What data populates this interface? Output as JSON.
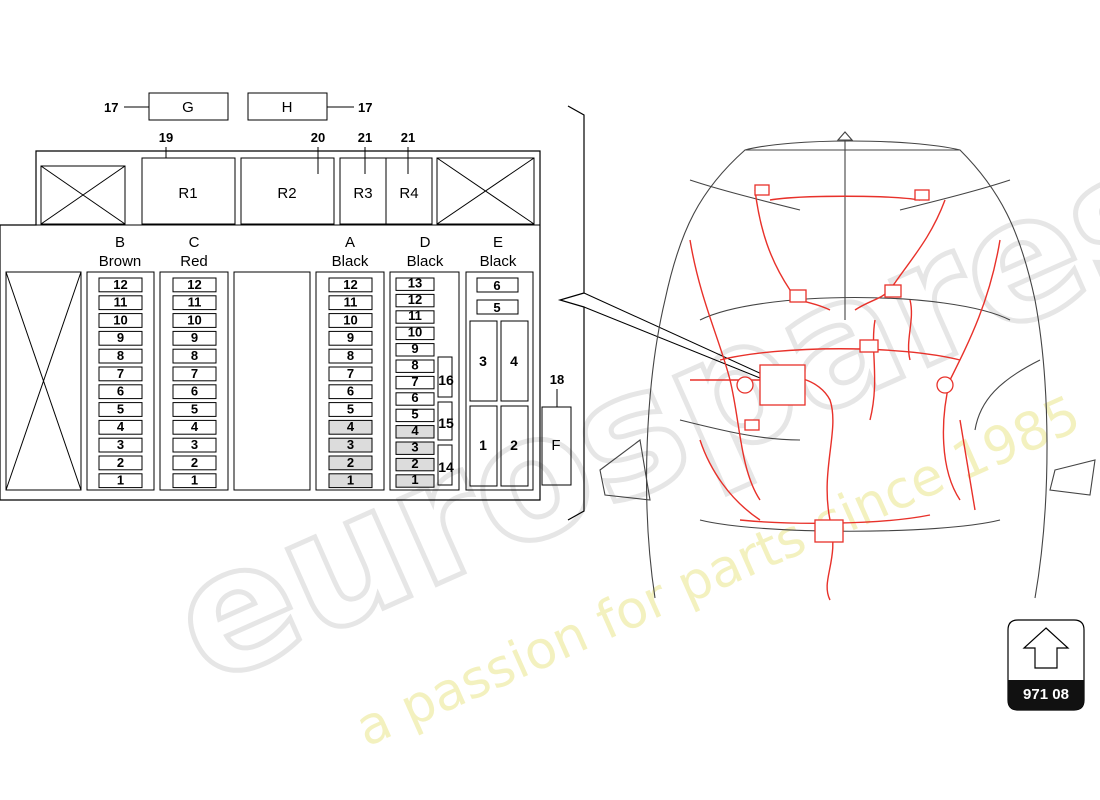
{
  "callouts": {
    "g_num": "17",
    "g_box": "G",
    "h_box": "H",
    "h_num": "17",
    "r1_num": "19",
    "r2_num": "20",
    "r3_num": "21",
    "r4_num": "21",
    "f_num": "18"
  },
  "relays": {
    "r1": "R1",
    "r2": "R2",
    "r3": "R3",
    "r4": "R4"
  },
  "columns": {
    "b": {
      "letter": "B",
      "color": "Brown",
      "fuses": [
        "12",
        "11",
        "10",
        "9",
        "8",
        "7",
        "6",
        "5",
        "4",
        "3",
        "2",
        "1"
      ]
    },
    "c": {
      "letter": "C",
      "color": "Red",
      "fuses": [
        "12",
        "11",
        "10",
        "9",
        "8",
        "7",
        "6",
        "5",
        "4",
        "3",
        "2",
        "1"
      ]
    },
    "a": {
      "letter": "A",
      "color": "Black",
      "fuses": [
        "12",
        "11",
        "10",
        "9",
        "8",
        "7",
        "6",
        "5",
        "4",
        "3",
        "2",
        "1"
      ]
    },
    "d": {
      "letter": "D",
      "color": "Black",
      "fuses": [
        "13",
        "12",
        "11",
        "10",
        "9",
        "8",
        "7",
        "6",
        "5",
        "4",
        "3",
        "2",
        "1"
      ],
      "side": [
        "16",
        "15",
        "14"
      ]
    },
    "e": {
      "letter": "E",
      "color": "Black",
      "fuses": [
        "6",
        "5"
      ],
      "blocks": [
        "3",
        "4",
        "1",
        "2"
      ]
    }
  },
  "f_box": "F",
  "badge": {
    "code": "971 08",
    "icon": "arrow-up-icon"
  },
  "watermark": {
    "brand": "eurospares",
    "tagline": "a passion for parts since 1985"
  },
  "colors": {
    "wiring": "#e8312a",
    "outline": "#000000",
    "badge": "#111111"
  }
}
